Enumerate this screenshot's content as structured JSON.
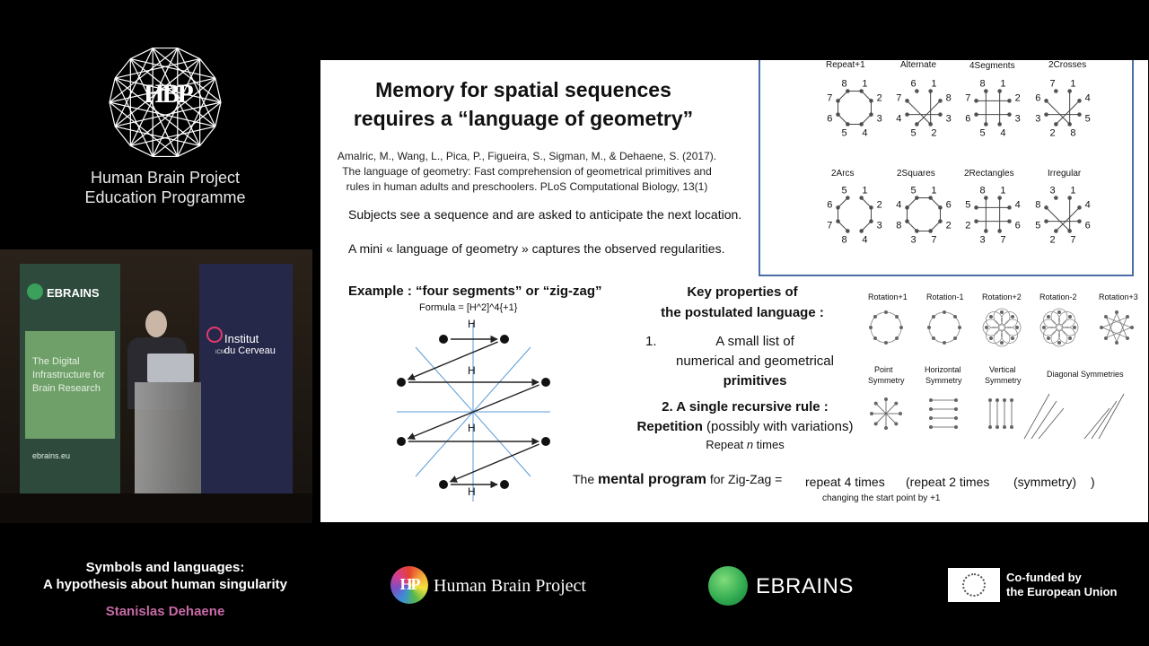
{
  "logo": {
    "initials": "HBP",
    "line1": "Human Brain Project",
    "line2": "Education Programme"
  },
  "video": {
    "banner_left": {
      "brand": "EBRAINS",
      "text": "The Digital Infrastructure for Brain Research",
      "url": "ebrains.eu"
    },
    "banner_right": {
      "brand_line1": "Institut",
      "brand_line2": "du Cerveau",
      "prefix": "ICM"
    }
  },
  "slide": {
    "title_line1": "Memory for spatial sequences",
    "title_line2": "requires a “language of geometry”",
    "citation_line1": "Amalric, M., Wang, L., Pica, P., Figueira, S., Sigman, M., & Dehaene, S. (2017).",
    "citation_line2": "The language of geometry: Fast comprehension of geometrical primitives and",
    "citation_line3": "rules in human adults and preschoolers. PLoS Computational Biology, 13(1)",
    "bullet1": "Subjects see a sequence and are asked to anticipate the next location.",
    "bullet2": "A mini « language of geometry  » captures the observed regularities.",
    "example_title": "Example : “four segments” or “zig-zag”",
    "formula": "Formula = [H^2]^4{+1}",
    "h_label": "H",
    "key_title_line1": "Key properties of",
    "key_title_line2": "the postulated language :",
    "item1_num": "1.",
    "item1_line1": "A small list of",
    "item1_line2": "numerical and geometrical",
    "item1_line3": "primitives",
    "item2_line1": "2. A single recursive rule :",
    "item2_bold": "Repetition",
    "item2_rest": " (possibly with variations)",
    "item2_line3_a": "Repeat ",
    "item2_line3_n": "n",
    "item2_line3_b": " times",
    "program_the": "The ",
    "program_bold": "mental program",
    "program_for": " for Zig-Zag  =",
    "program_p1": "repeat 4 times",
    "program_p2": "(repeat 2 times",
    "program_p3": "(symmetry)",
    "program_p4": ")",
    "program_note": "changing the start point by +1",
    "grid_titles": [
      "Repeat+1",
      "Alternate",
      "4Segments",
      "2Crosses",
      "2Arcs",
      "2Squares",
      "2Rectangles",
      "Irregular"
    ],
    "grid_numbers": {
      "repeat1": [
        "1",
        "2",
        "3",
        "4",
        "5",
        "6",
        "7",
        "8"
      ],
      "alternate": [
        "1",
        "8",
        "3",
        "2",
        "5",
        "4",
        "7",
        "6"
      ],
      "segments": [
        "1",
        "2",
        "3",
        "4",
        "5",
        "6",
        "7",
        "8"
      ],
      "crosses": [
        "1",
        "4",
        "5",
        "8",
        "2",
        "3",
        "6",
        "7"
      ],
      "arcs": [
        "1",
        "2",
        "3",
        "4",
        "8",
        "7",
        "6",
        "5"
      ],
      "squares": [
        "1",
        "6",
        "2",
        "7",
        "3",
        "8",
        "4",
        "5"
      ],
      "rects": [
        "1",
        "4",
        "6",
        "7",
        "3",
        "2",
        "5",
        "8"
      ],
      "irregular": [
        "1",
        "4",
        "6",
        "7",
        "2",
        "5",
        "8",
        "3"
      ]
    },
    "prim_top": [
      "Rotation+1",
      "Rotation-1",
      "Rotation+2",
      "Rotation-2",
      "Rotation+3"
    ],
    "prim_bottom_line1": [
      "Point",
      "Horizontal",
      "Vertical",
      "Diagonal Symmetries"
    ],
    "prim_bottom_line2": [
      "Symmetry",
      "Symmetry",
      "Symmetry"
    ]
  },
  "footer": {
    "talk_line1": "Symbols and languages:",
    "talk_line2": "A hypothesis about human singularity",
    "speaker": "Stanislas Dehaene",
    "hbp_text": "Human Brain Project",
    "ebrains_text": "EBRAINS",
    "eu_line1": "Co-funded by",
    "eu_line2": "the European Union"
  },
  "colors": {
    "speaker_name": "#c76aa6",
    "ebrains_green": "#2fa84f",
    "axis_blue": "#5b9bd5",
    "frame_blue": "#4a6fa5"
  }
}
